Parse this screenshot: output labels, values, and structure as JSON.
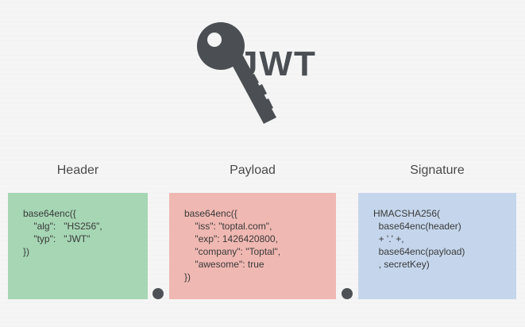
{
  "logo": {
    "text": "JWT",
    "icon": "key-icon"
  },
  "sections": {
    "header": {
      "title": "Header",
      "lines": [
        "base64enc({",
        "    \"alg\":   \"HS256\",",
        "    \"typ\":   \"JWT\"",
        "})"
      ]
    },
    "payload": {
      "title": "Payload",
      "lines": [
        "base64enc({",
        "    \"iss\": \"toptal.com\",",
        "    \"exp\": 1426420800,",
        "    \"company\": \"Toptal\",",
        "    \"awesome\": true",
        "})"
      ]
    },
    "signature": {
      "title": "Signature",
      "lines": [
        "HMACSHA256(",
        "  base64enc(header)",
        "  + '.' +,",
        "  base64enc(payload)",
        "  , secretKey)"
      ]
    }
  },
  "colors": {
    "header_box": "#a6d6b4",
    "payload_box": "#f0b8b2",
    "signature_box": "#c5d6ec",
    "logo": "#4b4f53"
  }
}
